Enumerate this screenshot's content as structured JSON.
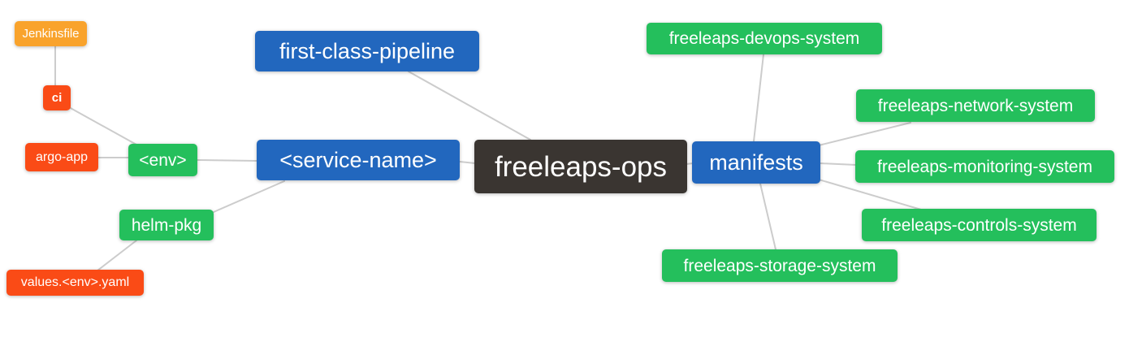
{
  "diagram": {
    "type": "mindmap",
    "root": "freeleaps_ops"
  },
  "palette": {
    "blue": "#2267BE",
    "green": "#24BF5C",
    "red": "#FA4B16",
    "orange": "#F9A32C",
    "dark": "#3A3531",
    "edge": "#CCCCCC",
    "text": "#FFFFFF",
    "background": "#FFFFFF"
  },
  "nodes": {
    "jenkinsfile": {
      "label": "Jenkinsfile",
      "color": "orange"
    },
    "ci": {
      "label": "ci",
      "color": "red"
    },
    "argo_app": {
      "label": "argo-app",
      "color": "red"
    },
    "env": {
      "label": "<env>",
      "color": "green"
    },
    "helm_pkg": {
      "label": "helm-pkg",
      "color": "green"
    },
    "values_env_yaml": {
      "label": "values.<env>.yaml",
      "color": "red"
    },
    "first_class_pipeline": {
      "label": "first-class-pipeline",
      "color": "blue"
    },
    "service_name": {
      "label": "<service-name>",
      "color": "blue"
    },
    "freeleaps_ops": {
      "label": "freeleaps-ops",
      "color": "dark"
    },
    "manifests": {
      "label": "manifests",
      "color": "blue"
    },
    "devops_system": {
      "label": "freeleaps-devops-system",
      "color": "green"
    },
    "network_system": {
      "label": "freeleaps-network-system",
      "color": "green"
    },
    "monitoring_system": {
      "label": "freeleaps-monitoring-system",
      "color": "green"
    },
    "controls_system": {
      "label": "freeleaps-controls-system",
      "color": "green"
    },
    "storage_system": {
      "label": "freeleaps-storage-system",
      "color": "green"
    }
  },
  "edges": [
    {
      "from": "freeleaps_ops",
      "to": "first_class_pipeline"
    },
    {
      "from": "freeleaps_ops",
      "to": "service_name"
    },
    {
      "from": "freeleaps_ops",
      "to": "manifests"
    },
    {
      "from": "service_name",
      "to": "env"
    },
    {
      "from": "service_name",
      "to": "helm_pkg"
    },
    {
      "from": "env",
      "to": "ci"
    },
    {
      "from": "env",
      "to": "argo_app"
    },
    {
      "from": "ci",
      "to": "jenkinsfile"
    },
    {
      "from": "helm_pkg",
      "to": "values_env_yaml"
    },
    {
      "from": "manifests",
      "to": "devops_system"
    },
    {
      "from": "manifests",
      "to": "network_system"
    },
    {
      "from": "manifests",
      "to": "monitoring_system"
    },
    {
      "from": "manifests",
      "to": "controls_system"
    },
    {
      "from": "manifests",
      "to": "storage_system"
    }
  ]
}
